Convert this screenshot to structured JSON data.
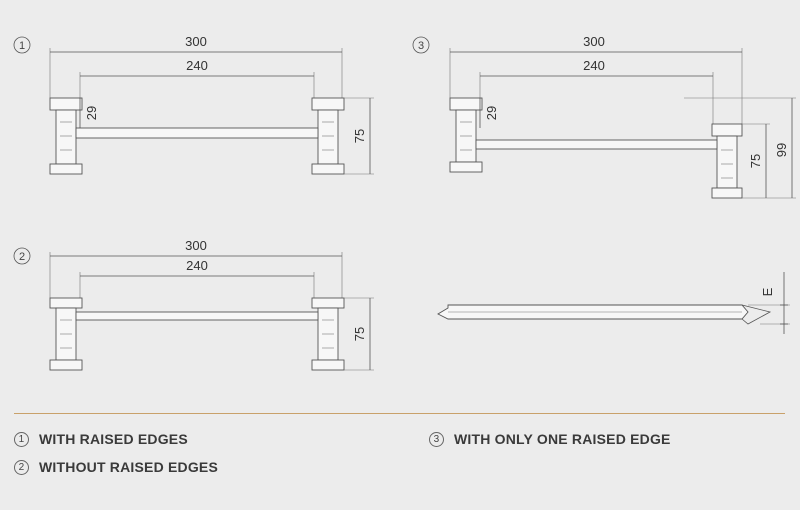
{
  "drawings": [
    {
      "badge": "1",
      "dim_outer": "300",
      "dim_inner": "240",
      "dim_edge": "29",
      "dim_height": "75"
    },
    {
      "badge": "2",
      "dim_outer": "300",
      "dim_inner": "240",
      "dim_height": "75"
    },
    {
      "badge": "3",
      "dim_outer": "300",
      "dim_inner": "240",
      "dim_edge": "29",
      "dim_height": "75",
      "dim_total": "99"
    }
  ],
  "side_view": {
    "dim_label": "E"
  },
  "legend": [
    {
      "num": "1",
      "text": "WITH RAISED EDGES"
    },
    {
      "num": "2",
      "text": "WITHOUT RAISED EDGES"
    },
    {
      "num": "3",
      "text": "WITH ONLY ONE RAISED EDGE"
    }
  ],
  "colors": {
    "divider": "#c9a16a",
    "line": "#555555",
    "background": "#ececec"
  }
}
